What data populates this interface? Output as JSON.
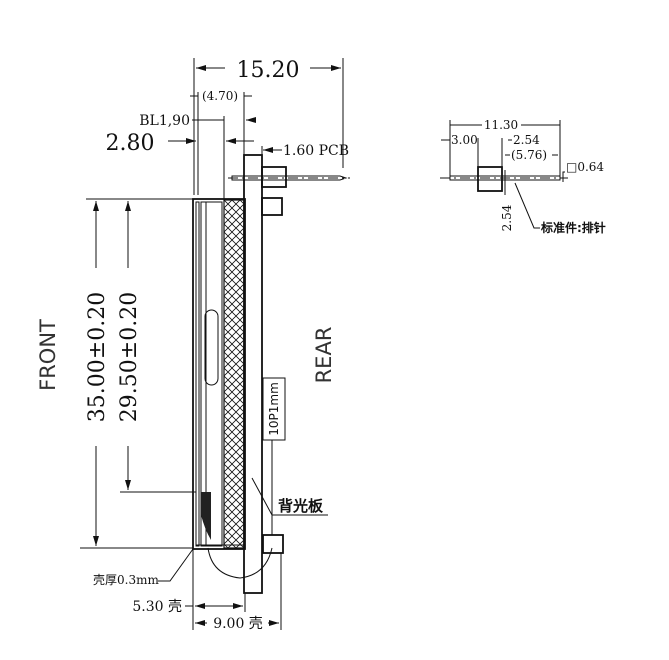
{
  "side_view": {
    "dim_total_depth": "15.20",
    "dim_ref_depth": "(4.70)",
    "dim_backlight": "BL1,90",
    "dim_front_offset": "2.80",
    "dim_pcb": "1.60 PCB",
    "label_front": "FRONT",
    "label_rear": "REAR",
    "dim_height_outer": "35.00±0.20",
    "dim_height_inner": "29.50±0.20",
    "connector_label": "10P1mm",
    "backlight_label": "背光板",
    "shell_thickness_label": "壳厚0.3mm",
    "dim_shell_depth": "5.30 壳",
    "dim_shell_total": "9.00 壳"
  },
  "pin_header_view": {
    "dim_total": "11.30",
    "dim_left": "3.00",
    "dim_pitch": "2.54",
    "dim_ref_right": "(5.76)",
    "dim_pin_square": "□0.64",
    "dim_pitch_vertical": "2.54",
    "part_label": "标准件:排针"
  }
}
